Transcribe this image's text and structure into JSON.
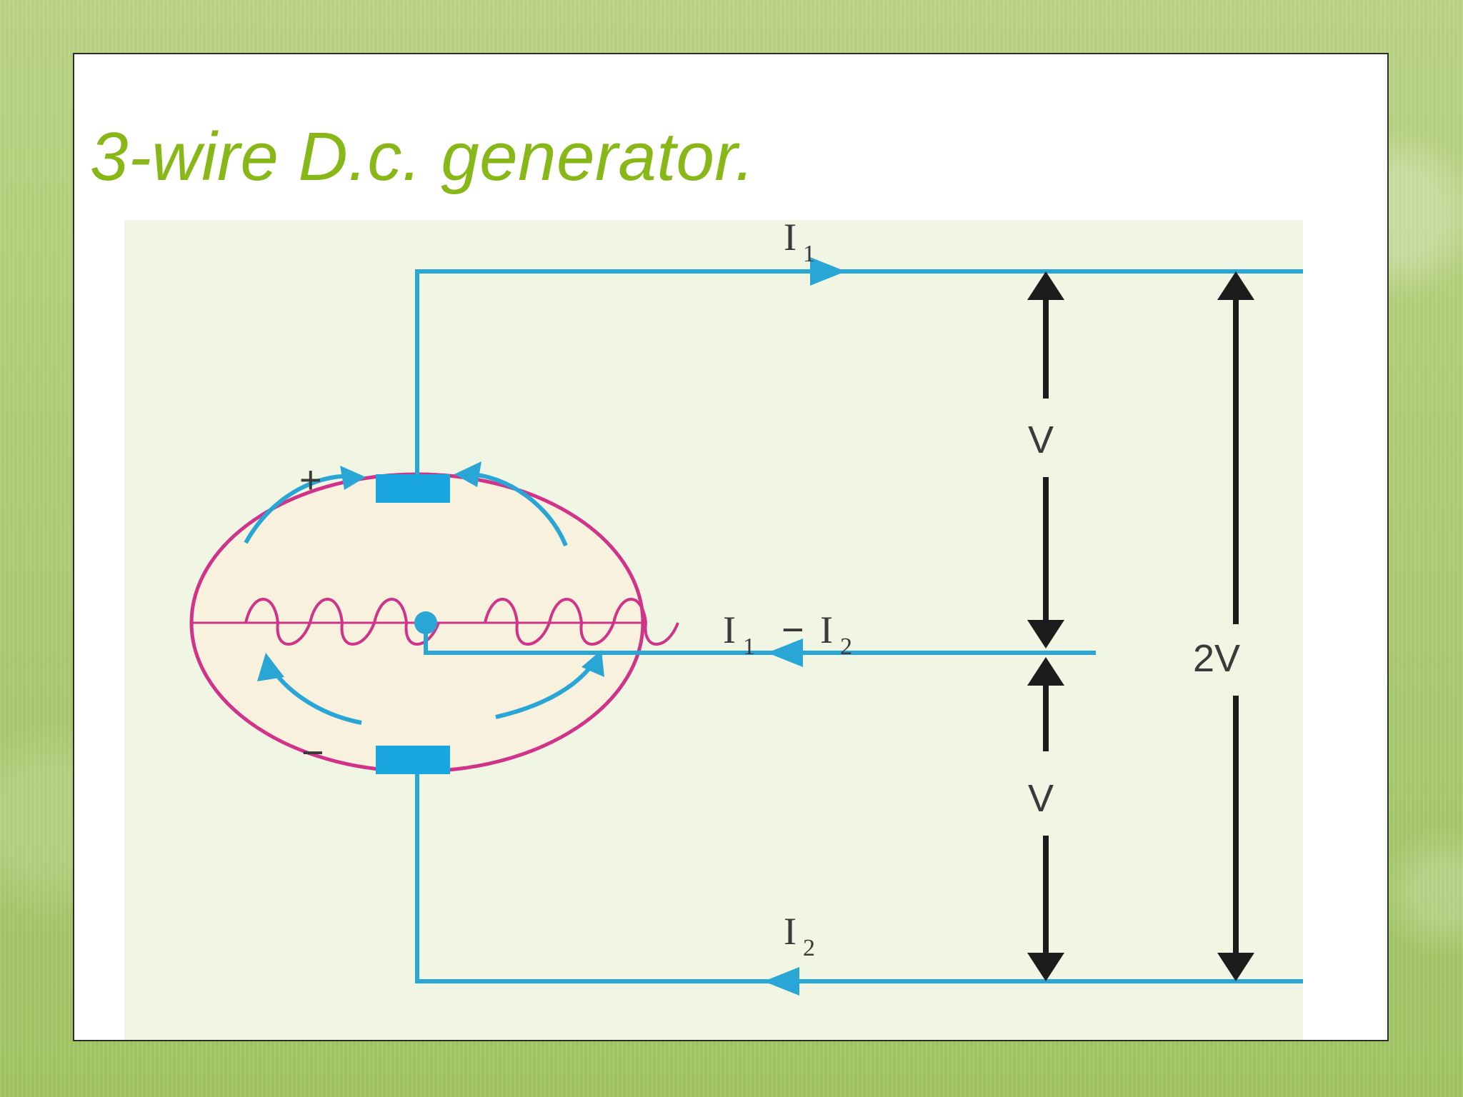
{
  "slide": {
    "title": "3-wire D.c. generator."
  },
  "diagram": {
    "labels": {
      "top_current_main": "I",
      "top_current_sub": "1",
      "bottom_current_main": "I",
      "bottom_current_sub": "2",
      "neutral_current_i1_main": "I",
      "neutral_current_i1_sub": "1",
      "neutral_current_minus": "−",
      "neutral_current_i2_main": "I",
      "neutral_current_i2_sub": "2",
      "plus": "+",
      "minus": "−",
      "v_upper": "V",
      "v_lower": "V",
      "v_total": "2V"
    },
    "colors": {
      "wire": "#2aa6d6",
      "brush": "#1aa7e0",
      "armature_ring": "#d0338a",
      "armature_fill": "#f7f1dd",
      "dim_arrow": "#1c1c1c",
      "title": "#88b817"
    }
  }
}
